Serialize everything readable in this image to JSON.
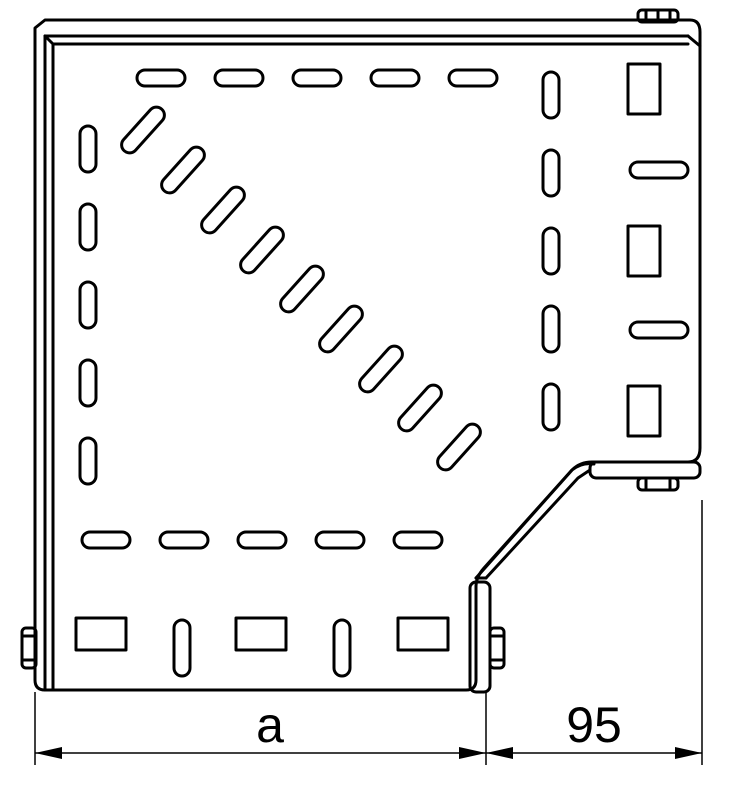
{
  "drawing": {
    "subject": "cable-tray-90-degree-bend",
    "line_color": "#000000",
    "background": "#ffffff"
  },
  "dimensions": {
    "width_label": "a",
    "flange_label": "95"
  }
}
